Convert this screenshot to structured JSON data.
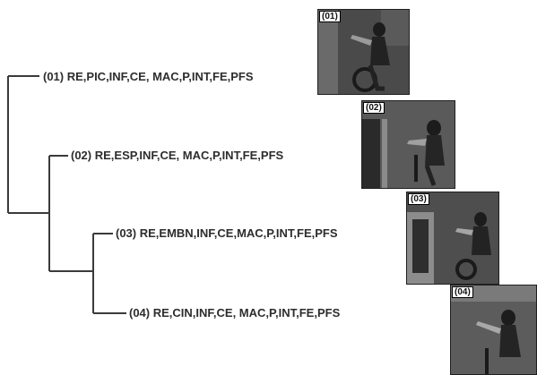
{
  "leaves": [
    {
      "label": "(01) RE,PIC,INF,CE, MAC,P,INT,FE,PFS",
      "thumb_tag": "(01)"
    },
    {
      "label": "(02) RE,ESP,INF,CE, MAC,P,INT,FE,PFS",
      "thumb_tag": "(02)"
    },
    {
      "label": "(03) RE,EMBN,INF,CE,MAC,P,INT,FE,PFS",
      "thumb_tag": "(03)"
    },
    {
      "label": "(04) RE,CIN,INF,CE, MAC,P,INT,FE,PFS",
      "thumb_tag": "(04)"
    }
  ],
  "colors": {
    "line": "#3a3a3a",
    "text": "#2d2d2d",
    "photo": "#3f3f3f"
  }
}
